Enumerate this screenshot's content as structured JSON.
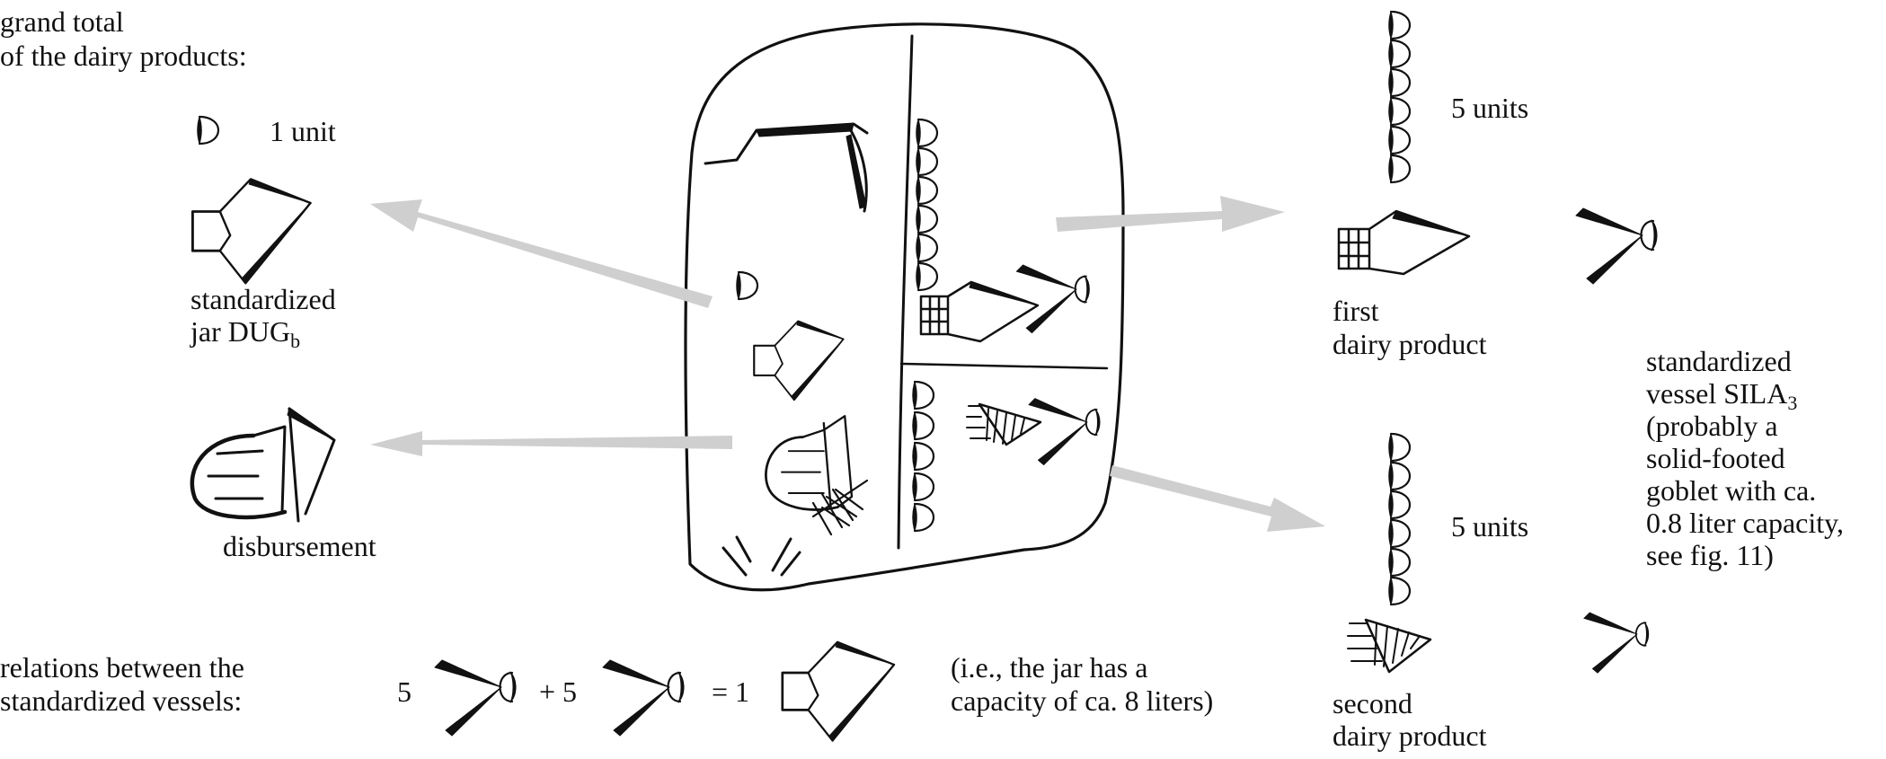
{
  "labels": {
    "grand_total_line1": "grand total",
    "grand_total_line2": "of the dairy products:",
    "one_unit": "1 unit",
    "jar_line1": "standardized",
    "jar_line2": "jar DUG",
    "jar_sub": "b",
    "disbursement": "disbursement",
    "relations_line1": "relations between the",
    "relations_line2": "standardized vessels:",
    "eq_five_a": "5",
    "eq_plus_five": "+ 5",
    "eq_equals_one": "= 1",
    "capacity_line1": "(i.e., the jar has a",
    "capacity_line2": "capacity of ca. 8 liters)",
    "five_units_top": "5 units",
    "first_line1": "first",
    "first_line2": "dairy product",
    "five_units_bottom": "5 units",
    "second_line1": "second",
    "second_line2": "dairy product",
    "vessel_line1": "standardized",
    "vessel_line2": "vessel SILA",
    "vessel_sub": "3",
    "vessel_line3": "(probably a",
    "vessel_line4": "solid-footed",
    "vessel_line5": "goblet with ca.",
    "vessel_line6": "0.8 liter capacity,",
    "vessel_line7": "see fig. 11)"
  },
  "colors": {
    "ink": "#111111",
    "arrow": "#cfcfcf",
    "background": "#ffffff"
  },
  "icons": [
    "unit-sign-icon",
    "jar-dug-sign-icon",
    "disbursement-sign-icon",
    "sila-vessel-sign-icon",
    "clay-tablet-icon"
  ]
}
